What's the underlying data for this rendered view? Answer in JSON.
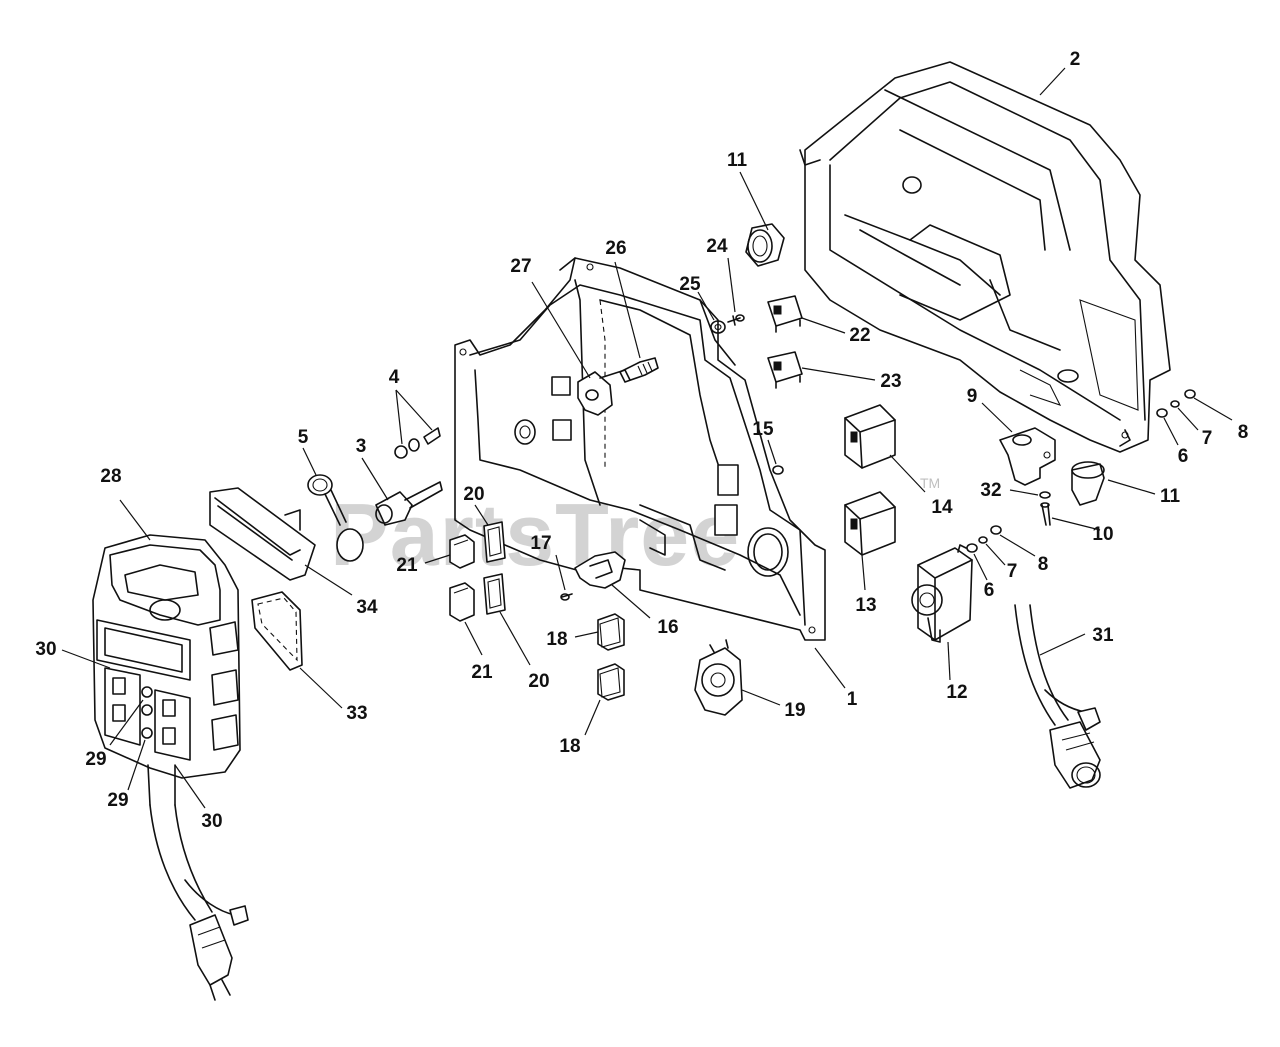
{
  "watermark": {
    "text": "PartsTree",
    "mark": "TM"
  },
  "callouts": [
    "1",
    "2",
    "3",
    "4",
    "5",
    "6",
    "6",
    "7",
    "7",
    "8",
    "8",
    "9",
    "10",
    "11",
    "11",
    "12",
    "13",
    "14",
    "15",
    "16",
    "17",
    "18",
    "18",
    "19",
    "20",
    "20",
    "21",
    "21",
    "22",
    "23",
    "24",
    "25",
    "26",
    "27",
    "28",
    "29",
    "29",
    "30",
    "30",
    "31",
    "32",
    "33",
    "34"
  ]
}
